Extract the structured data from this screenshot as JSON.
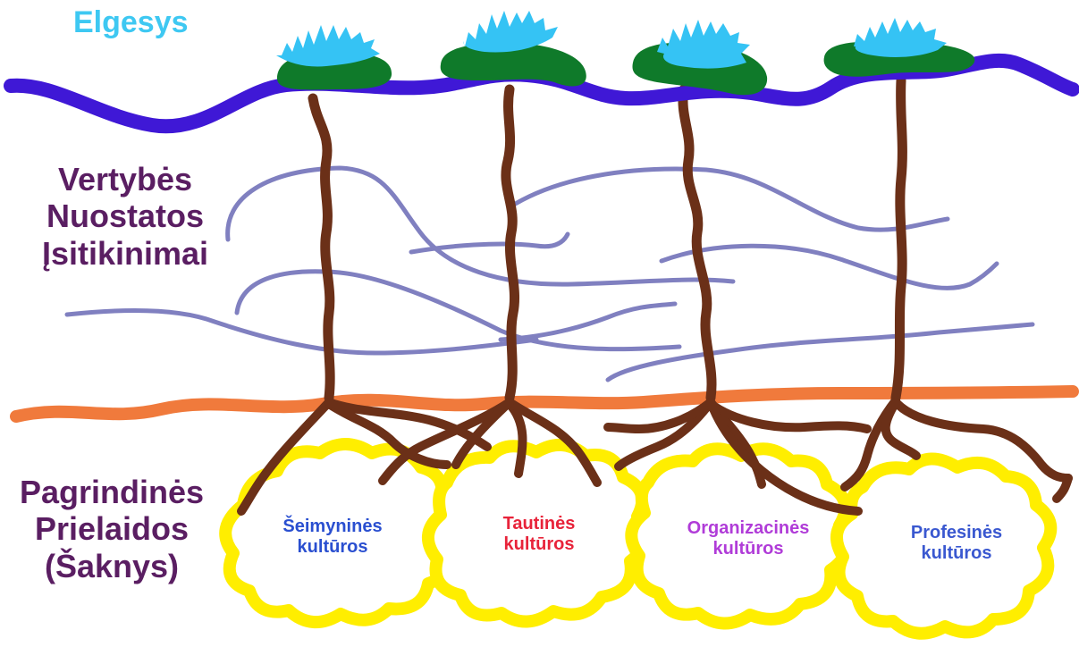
{
  "layers": {
    "behavior": {
      "label": "Elgesys",
      "color": "#3ec8f2"
    },
    "values": {
      "lines": [
        "Vertybės",
        "Nuostatos",
        "Įsitikinimai"
      ],
      "color": "#5a1e62"
    },
    "assumptions": {
      "lines": [
        "Pagrindinės",
        "Prielaidos",
        "(Šaknys)"
      ],
      "color": "#5a1e62"
    }
  },
  "cultures": [
    {
      "line1": "Šeimyninės",
      "line2": "kultūros",
      "color": "#2a4fd0"
    },
    {
      "line1": "Tautinės",
      "line2": "kultūros",
      "color": "#e8233a"
    },
    {
      "line1": "Organizacinės",
      "line2": "kultūros",
      "color": "#b03cd8"
    },
    {
      "line1": "Profesinės",
      "line2": "kultūros",
      "color": "#3a58d0"
    }
  ],
  "colors": {
    "surface_line": "#3f18d6",
    "foliage": "#0f7a2a",
    "flower": "#35c3f4",
    "stem": "#6b3018",
    "wavy_lines": "#8080c0",
    "ground_line": "#f07a3c",
    "cloud_outline": "#ffee00"
  }
}
